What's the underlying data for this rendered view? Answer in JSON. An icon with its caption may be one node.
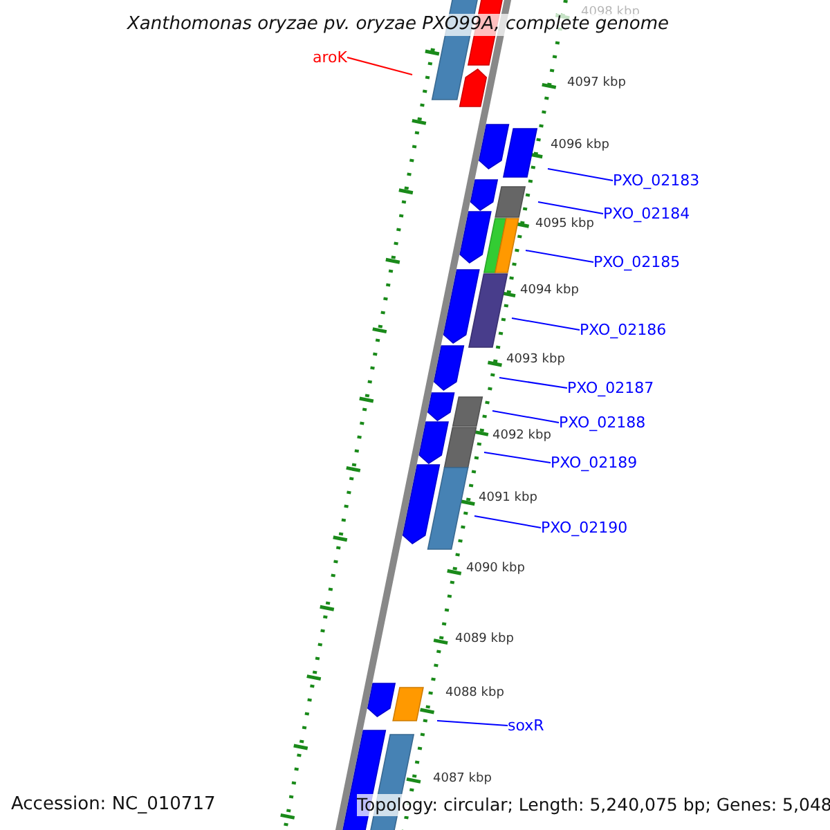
{
  "diagram": {
    "title": "Xanthomonas oryzae pv. oryzae PXO99A, complete genome",
    "nodes": [
      {
        "text": [
          "aroK"
        ]
      },
      {
        "text": [
          "PXO_02183"
        ]
      },
      {
        "text": [
          "PXO_02184"
        ]
      },
      {
        "text": [
          "PXO_02185"
        ]
      },
      {
        "text": [
          "PXO_02186"
        ]
      },
      {
        "text": [
          "PXO_02187"
        ]
      },
      {
        "text": [
          "PXO_02188"
        ]
      },
      {
        "text": [
          "PXO_02189"
        ]
      },
      {
        "text": [
          "PXO_02190"
        ]
      },
      {
        "text": [
          "soxR"
        ]
      }
    ],
    "edges": [
      {
        "from": 0,
        "to": null,
        "arrow": "none",
        "color": "#ff0000"
      },
      {
        "from": 1,
        "to": null,
        "arrow": "none"
      },
      {
        "from": 2,
        "to": null,
        "arrow": "none"
      },
      {
        "from": 3,
        "to": null,
        "arrow": "none"
      },
      {
        "from": 4,
        "to": null,
        "arrow": "none"
      },
      {
        "from": 5,
        "to": null,
        "arrow": "none"
      },
      {
        "from": 6,
        "to": null,
        "arrow": "none"
      },
      {
        "from": 7,
        "to": null,
        "arrow": "none"
      },
      {
        "from": 8,
        "to": null,
        "arrow": "none"
      },
      {
        "from": 9,
        "to": null,
        "arrow": "none"
      }
    ],
    "labels": [
      "4098 kbp",
      "4097 kbp",
      "4096 kbp",
      "4095 kbp",
      "4094 kbp",
      "4093 kbp",
      "4092 kbp",
      "4091 kbp",
      "4090 kbp",
      "4089 kbp",
      "4088 kbp",
      "4087 kbp",
      "Accession: NC_010717",
      "Topology: circular; Length: 5,240,075 bp; Genes: 5,048"
    ]
  }
}
